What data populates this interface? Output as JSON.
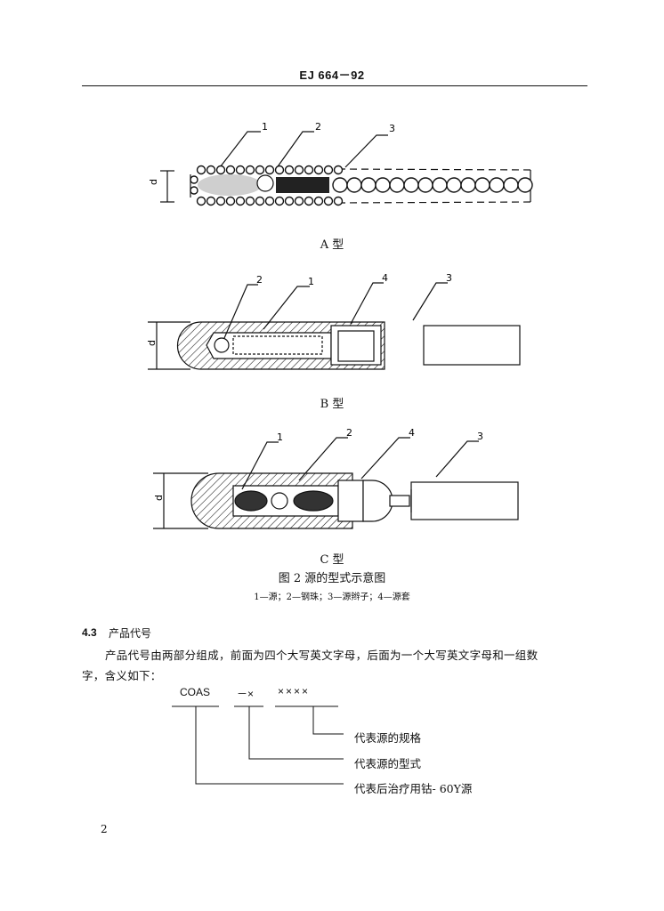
{
  "header": {
    "code": "EJ 664－92"
  },
  "figure": {
    "callouts_a": [
      "1",
      "2",
      "3"
    ],
    "callouts_b": [
      "2",
      "1",
      "4",
      "3"
    ],
    "callouts_c": [
      "1",
      "2",
      "4",
      "3"
    ],
    "dim_label": "d",
    "caption_a": "A 型",
    "caption_b": "B 型",
    "caption_c": "C 型",
    "title": "图 2  源的型式示意图",
    "legend": "1—源；2—钢珠；3—源辫子；4—源套"
  },
  "section": {
    "number": "4.3",
    "title": "产品代号",
    "para_line1": "产品代号由两部分组成，前面为四个大写英文字母，后面为一个大写英文字母和一组数",
    "para_line2": "字，含义如下："
  },
  "code_diagram": {
    "label": "COAS",
    "dash": "－×",
    "group": "××××",
    "desc_spec": "代表源的规格",
    "desc_type": "代表源的型式",
    "desc_product": "代表后治疗用钴- 60Y源"
  },
  "page_number": "2"
}
